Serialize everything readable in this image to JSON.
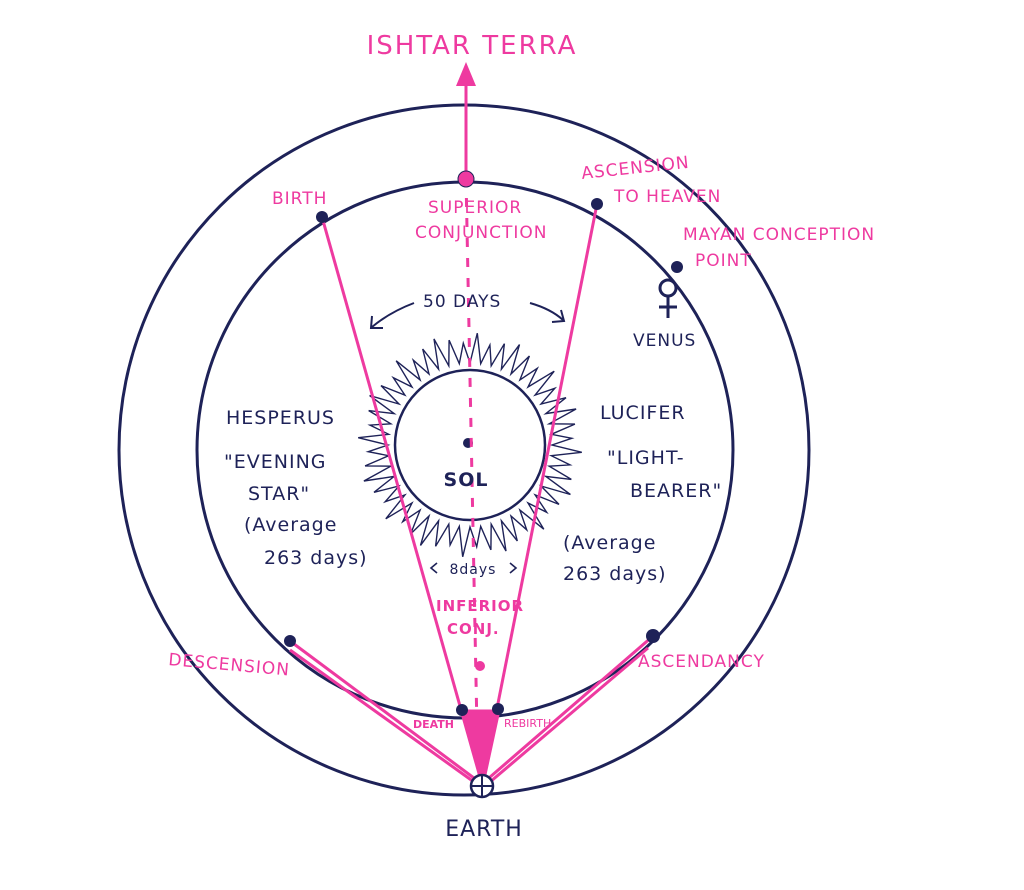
{
  "colors": {
    "ink": "#1e2258",
    "accent": "#ee3aa0",
    "background": "#ffffff"
  },
  "labels": {
    "ishtar_terra": "ISHTAR TERRA",
    "birth": "BIRTH",
    "superior_conj_line1": "SUPERIOR",
    "superior_conj_line2": "CONJUNCTION",
    "ascension_line1": "ASCENSION",
    "ascension_line2": "TO HEAVEN",
    "mayan_line1": "MAYAN CONCEPTION",
    "mayan_line2": "POINT",
    "venus": "VENUS",
    "fifty_days": "50 DAYS",
    "hesperus": "HESPERUS",
    "evening_star_line1": "\"EVENING",
    "evening_star_line2": "STAR\"",
    "average_left_line1": "(Average",
    "average_left_line2": "263 days)",
    "lucifer": "LUCIFER",
    "light_bearer_line1": "\"LIGHT-",
    "light_bearer_line2": "BEARER\"",
    "average_right_line1": "(Average",
    "average_right_line2": "263 days)",
    "sol": "SOL",
    "eight_days": "8days",
    "inferior_line1": "INFERIOR",
    "inferior_line2": "CONJ.",
    "descension": "DESCENSION",
    "ascendancy": "ASCENDANCY",
    "death": "DEATH",
    "rebirth": "REBIRTH",
    "earth": "EARTH"
  },
  "symbols": {
    "venus_icon": "venus-symbol",
    "earth_icon": "earth-symbol",
    "sun_icon": "sun-flames"
  }
}
